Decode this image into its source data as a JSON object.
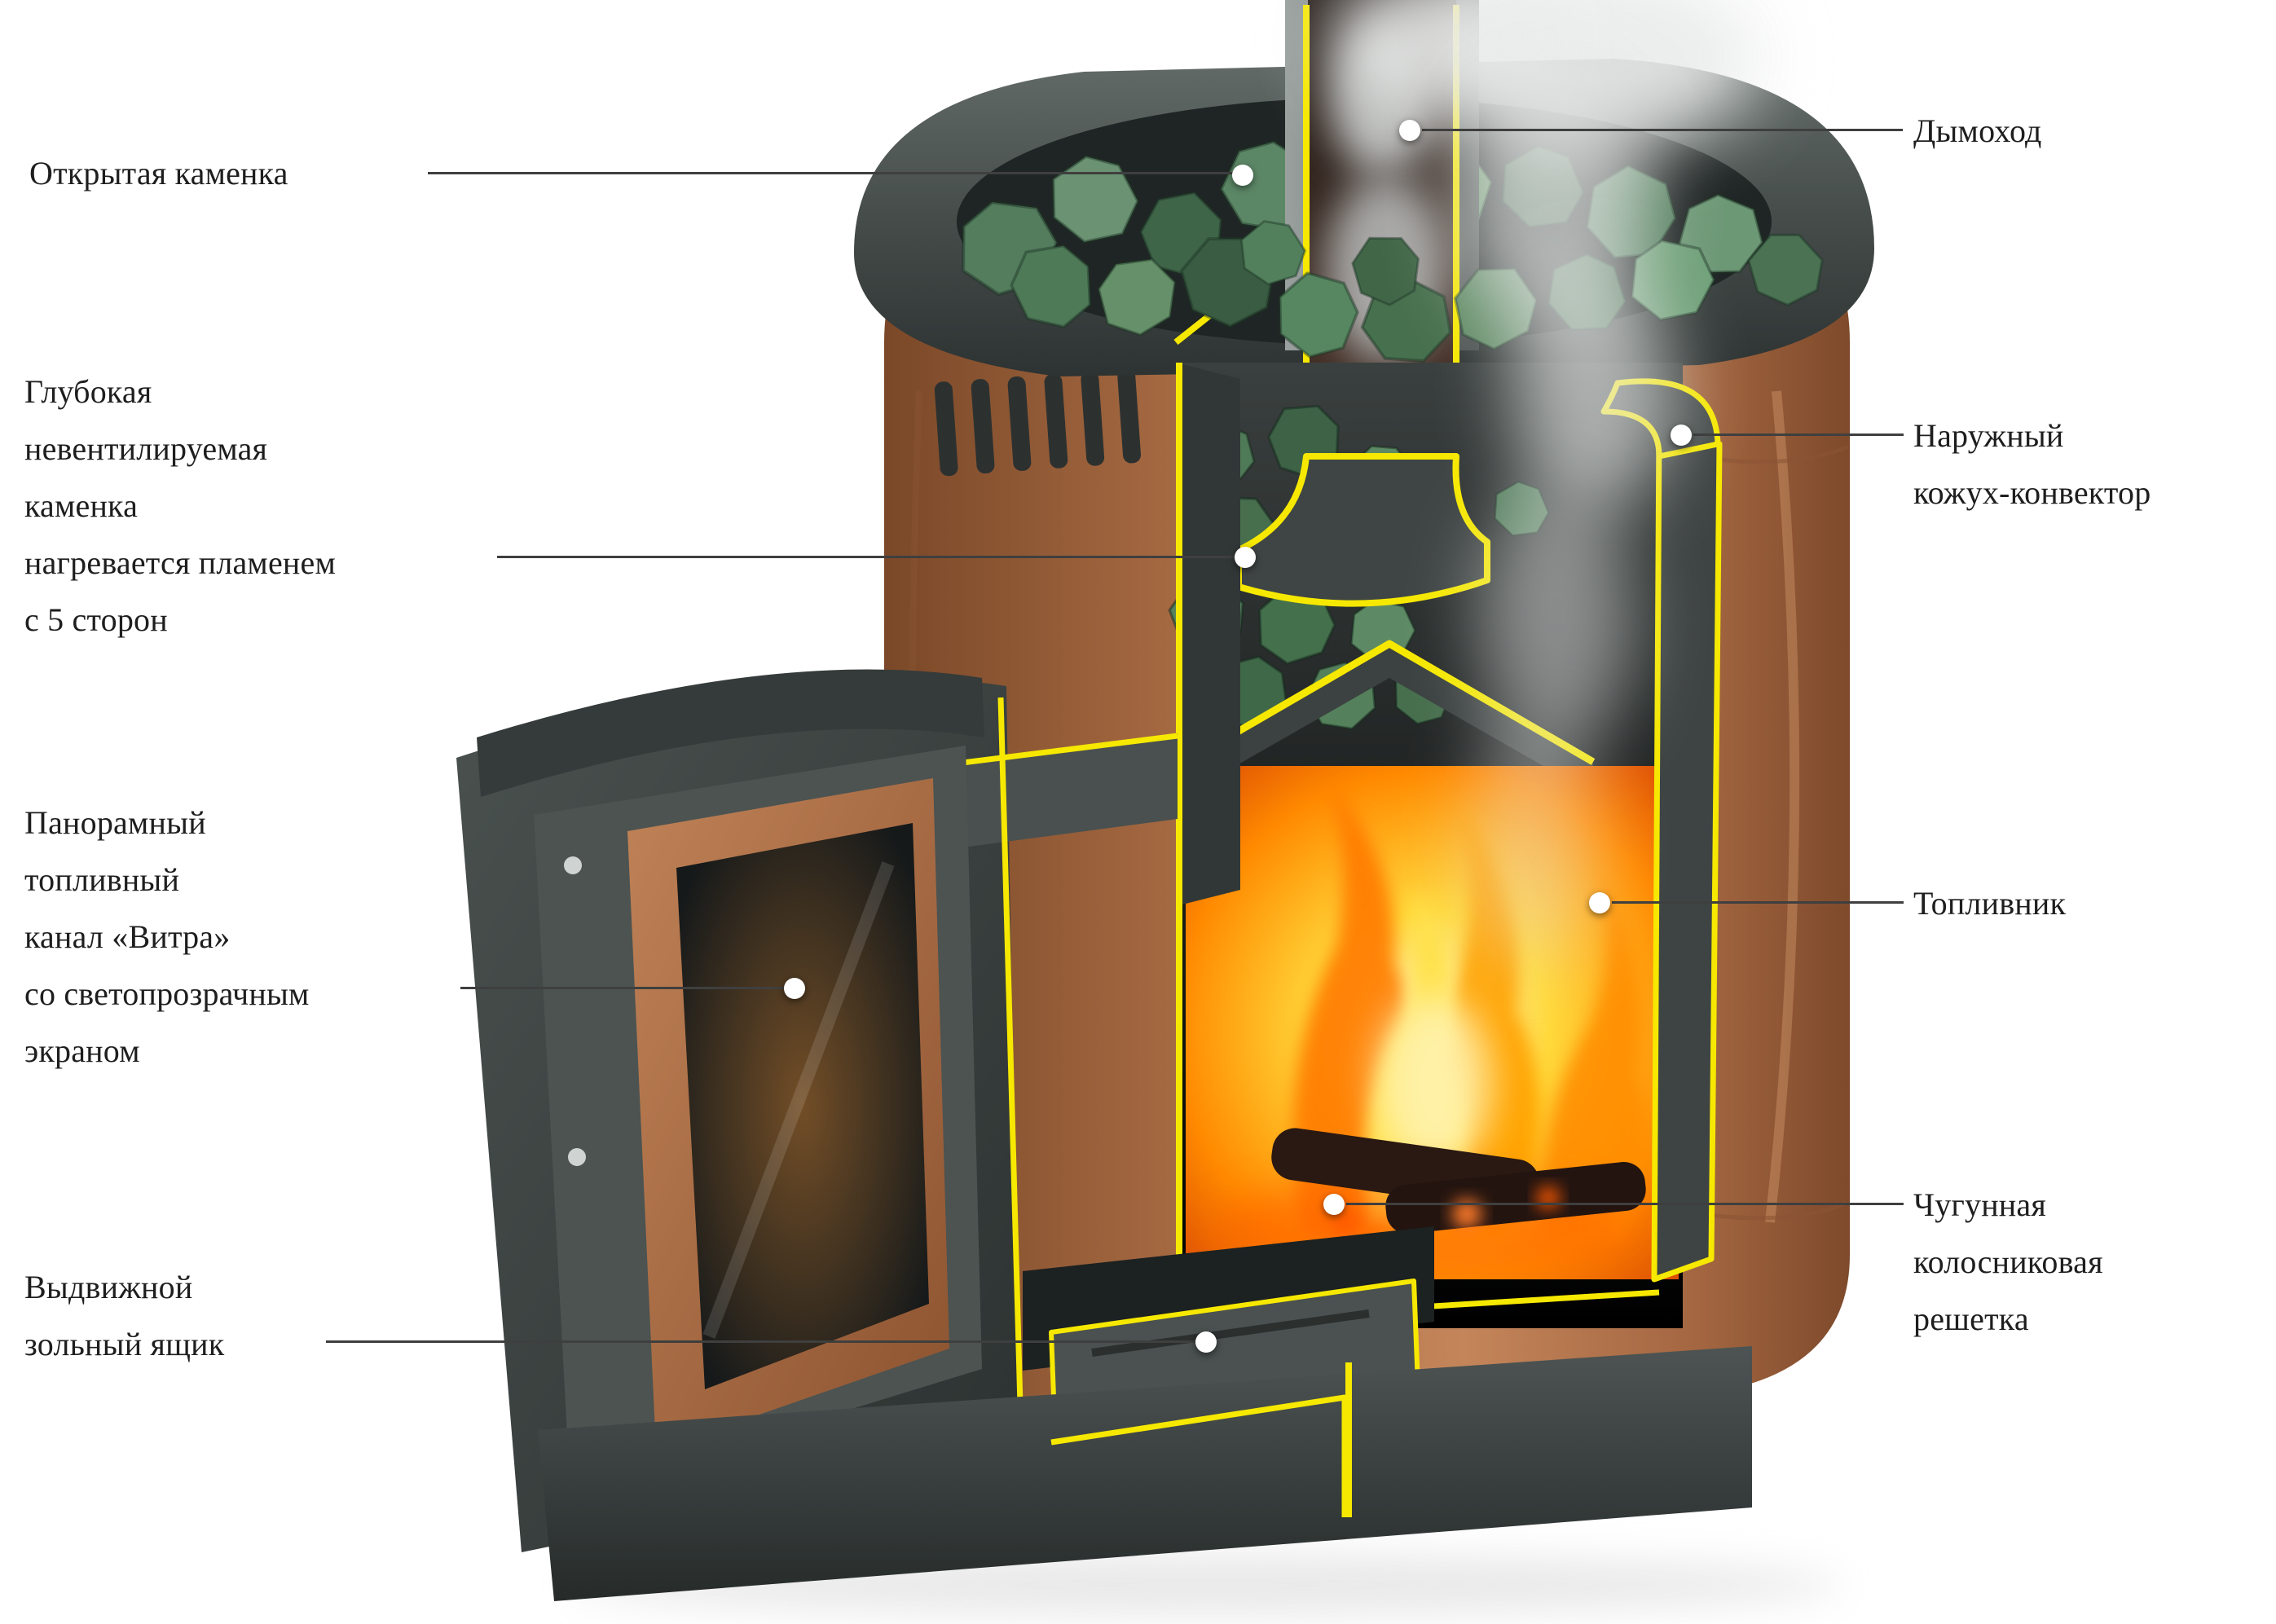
{
  "figure": {
    "description": "Cutaway diagram of a wood-burning sauna stove with labelled parts",
    "colors": {
      "background": "#ffffff",
      "cut_edge_highlight": "#f6e800",
      "stove_body_terracotta": "#b5774d",
      "metal_dark": "#414746",
      "stones_green": "#55805f",
      "fire_orange": "#ff8a00",
      "leader_line": "#3f3f3f",
      "anchor_dot": "#ffffff"
    }
  },
  "callouts": {
    "open_stone_heater": {
      "text": "Открытая каменка"
    },
    "deep_heater": {
      "text": "Глубокая\nневентилируемая\nкаменка\nнагревается пламенем\nс 5 сторон"
    },
    "panoramic_channel": {
      "text": "Панорамный\nтопливный\nканал «Витра»\nсо светопрозрачным\nэкраном"
    },
    "ash_box": {
      "text": "Выдвижной\nзольный ящик"
    },
    "chimney": {
      "text": "Дымоход"
    },
    "outer_casing": {
      "text": "Наружный\nкожух-конвектор"
    },
    "firebox": {
      "text": "Топливник"
    },
    "grate": {
      "text": "Чугунная\nколосниковая\nрешетка"
    }
  }
}
